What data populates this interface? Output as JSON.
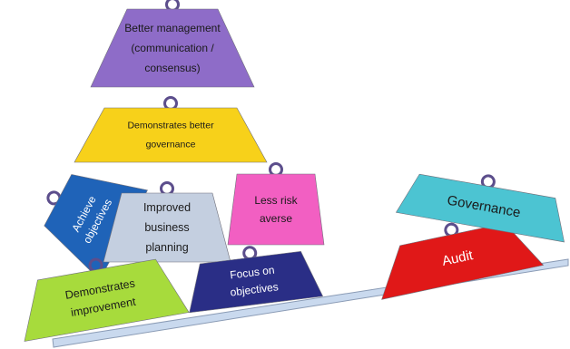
{
  "weights": [
    {
      "id": "better-management",
      "lines": [
        "Better management",
        "(communication /",
        "consensus)"
      ],
      "color": "#8E6CC8",
      "text_color": "#1a1a1a"
    },
    {
      "id": "demonstrates-better-governance",
      "lines": [
        "Demonstrates better",
        "governance"
      ],
      "color": "#F7D11A",
      "text_color": "#1a1a1a"
    },
    {
      "id": "achieve-objectives",
      "lines": [
        "Achieve",
        "objectives"
      ],
      "color": "#1F63B8",
      "text_color": "#ffffff"
    },
    {
      "id": "improved-business-planning",
      "lines": [
        "Improved",
        "business",
        "planning"
      ],
      "color": "#C4CFE0",
      "text_color": "#1a1a1a"
    },
    {
      "id": "less-risk-averse",
      "lines": [
        "Less risk",
        "averse"
      ],
      "color": "#F25FC2",
      "text_color": "#1a1a1a"
    },
    {
      "id": "demonstrates-improvement",
      "lines": [
        "Demonstrates",
        "improvement"
      ],
      "color": "#A7DB3C",
      "text_color": "#1a1a1a"
    },
    {
      "id": "focus-on-objectives",
      "lines": [
        "Focus on",
        "objectives"
      ],
      "color": "#2A2E86",
      "text_color": "#ffffff"
    },
    {
      "id": "audit",
      "lines": [
        "Audit"
      ],
      "color": "#E01818",
      "text_color": "#ffffff"
    },
    {
      "id": "governance",
      "lines": [
        "Governance"
      ],
      "color": "#4CC4D2",
      "text_color": "#1a1a1a"
    }
  ],
  "colors": {
    "beam_fill": "#C9D9EE",
    "beam_stroke": "#8A9BB5",
    "handle": "#5C4E8C"
  }
}
